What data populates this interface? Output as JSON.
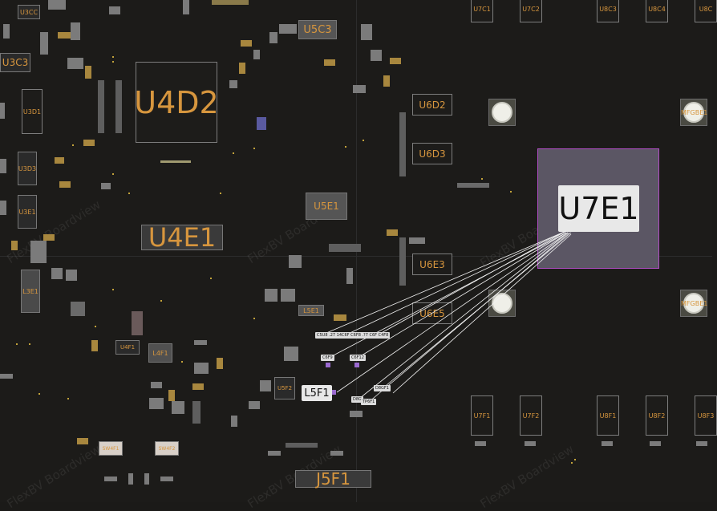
{
  "app": {
    "name": "FlexBV Boardview",
    "watermark": "FlexBV Boardview"
  },
  "colors": {
    "background": "#1c1b19",
    "designator": "#d7963e",
    "selection": "#b04dc4",
    "selection_fill": "#5b5664",
    "net_line": "#f2f2f2"
  },
  "selected": {
    "label": "U7E1"
  },
  "target": {
    "label": "L5F1"
  },
  "components": {
    "u4d2": "U4D2",
    "u4e1": "U4E1",
    "u5c3": "U5C3",
    "u3c3": "U3C3",
    "u3cc": "U3CC",
    "u3d1": "U3D1",
    "u3d3": "U3D3",
    "u3e1": "U3E1",
    "l3e1": "L3E1",
    "u5e1": "U5E1",
    "l5e1": "L5E1",
    "u6d2": "U6D2",
    "u6d3": "U6D3",
    "u6e3": "U6E3",
    "u6e5": "U6E5",
    "u7c1": "U7C1",
    "u7c2": "U7C2",
    "u8c3": "U8C3",
    "u8c4": "U8C4",
    "u8c5": "U8C",
    "u7f1": "U7F1",
    "u7f2": "U7F2",
    "u8f1": "U8F1",
    "u8f2": "U8F2",
    "u8f3": "U8F3",
    "l4f1": "L4F1",
    "u4f1": "U4F1",
    "u5f2": "U5F2",
    "j5f1": "J5F1",
    "mfg_a": "MFGBE1",
    "mfg_b": "MFGBE1",
    "sw4f1": "SW4F1",
    "sw4f2": "SW4F2"
  },
  "pin_labels": {
    "top_row": "C5U8 .27 14C6F C6F8 .?7 C6F C4F8",
    "c6f9": "C6F9",
    "c6f12": "C6F12",
    "d8g": "D8G",
    "tp6f1": "TP6F1",
    "d8gf1": "D8GF1"
  }
}
